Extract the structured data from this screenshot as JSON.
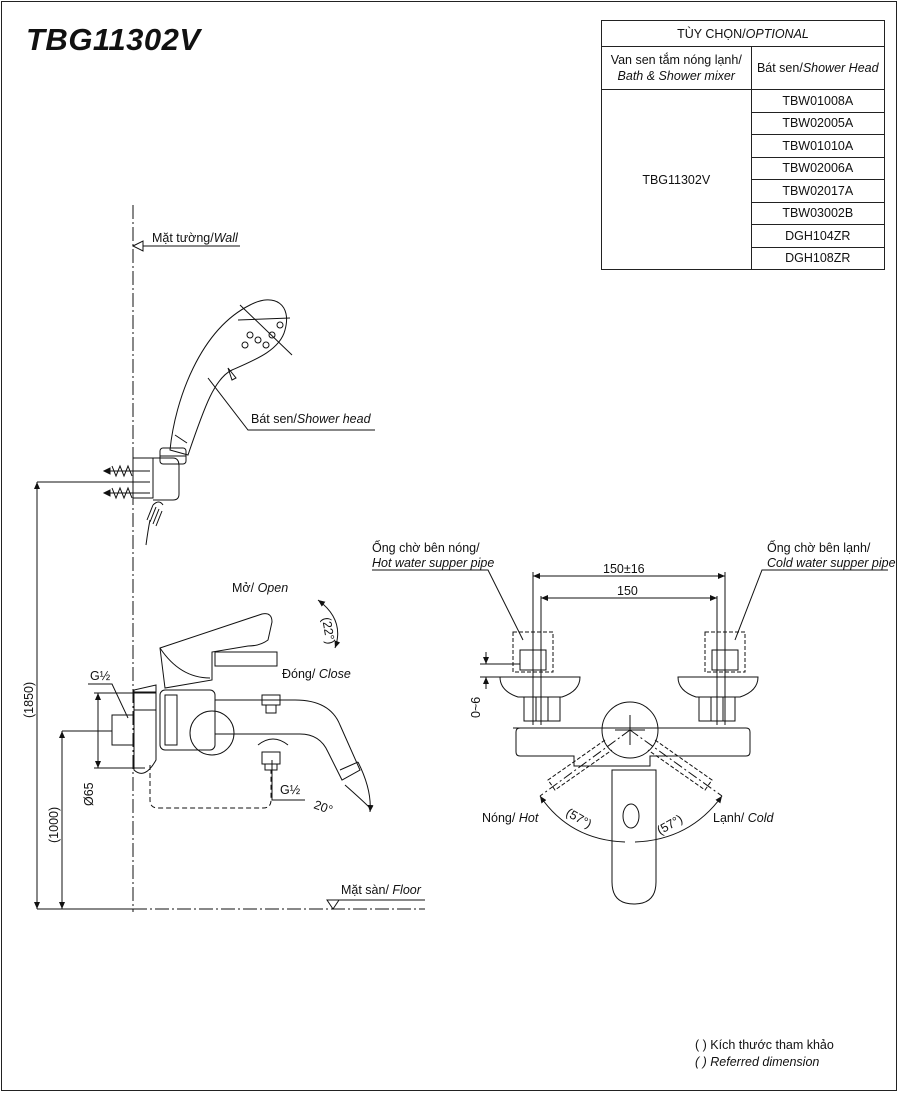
{
  "title": "TBG11302V",
  "optional_table": {
    "header_vi": "TÙY CHỌN/",
    "header_en": "OPTIONAL",
    "col1_vi": "Van sen tắm nóng lạnh/",
    "col1_en": "Bath & Shower mixer",
    "col2_vi": "Bát sen/",
    "col2_en": "Shower Head",
    "mixer_model": "TBG11302V",
    "shower_heads": [
      "TBW01008A",
      "TBW02005A",
      "TBW01010A",
      "TBW02006A",
      "TBW02017A",
      "TBW03002B",
      "DGH104ZR",
      "DGH108ZR"
    ]
  },
  "labels": {
    "wall_vi": "Mặt tường/",
    "wall_en": "Wall",
    "shower_head_vi": "Bát sen/",
    "shower_head_en": "Shower head",
    "open_vi": "Mở/ ",
    "open_en": "Open",
    "close_vi": "Đóng/ ",
    "close_en": "Close",
    "floor_vi": "Mặt sàn/ ",
    "floor_en": "Floor",
    "hot_pipe_vi": "Ống chờ bên nóng/",
    "hot_pipe_en": "Hot water supper pipe",
    "cold_pipe_vi": "Ống chờ bên lạnh/",
    "cold_pipe_en": "Cold water supper pipe",
    "hot_vi": "Nóng/ ",
    "hot_en": "Hot",
    "cold_vi": "Lạnh/ ",
    "cold_en": "Cold"
  },
  "dimensions": {
    "height_total": "(1850)",
    "height_mixer": "(1000)",
    "diameter": "Ø65",
    "thread_top": "G½",
    "thread_bottom": "G½",
    "open_angle": "(22°)",
    "spout_angle": "20°",
    "width_range": "150±16",
    "width": "150",
    "offset": "0~6",
    "hot_angle": "(57°)",
    "cold_angle": "(57°)"
  },
  "note": {
    "vi": "( ) Kích thước tham khảo",
    "en": "( ) Referred dimension"
  }
}
